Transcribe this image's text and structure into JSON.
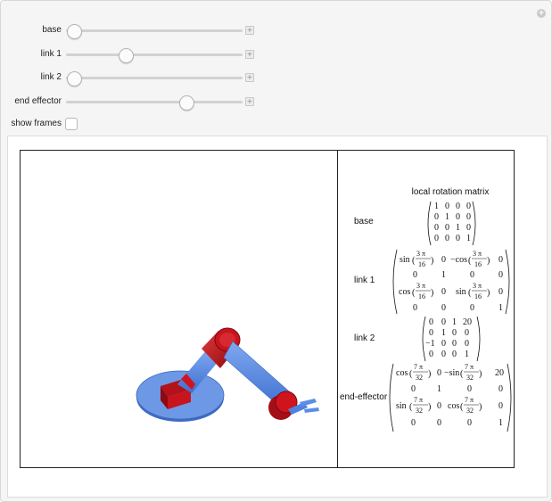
{
  "controls": {
    "sliders": [
      {
        "label": "base",
        "value": 0.0
      },
      {
        "label": "link 1",
        "value": 0.32
      },
      {
        "label": "link 2",
        "value": 0.0
      },
      {
        "label": "end effector",
        "value": 0.69
      }
    ],
    "show_frames": {
      "label": "show frames",
      "checked": false
    },
    "add_symbol": "+"
  },
  "colors": {
    "base_disk": "#6d98e6",
    "link_blue": "#5b8de8",
    "joint_red": "#c8141d",
    "panel_bg": "#f5f5f5"
  },
  "matrix_panel": {
    "title": "local rotation matrix",
    "rows": {
      "base": "base",
      "link1": "link 1",
      "link2": "link 2",
      "end": "end-effector"
    },
    "cells": {
      "one": "1",
      "zero": "0",
      "twenty": "20",
      "neg_one": "−1",
      "sin": "sin",
      "cos": "cos",
      "neg_sin": "−sin",
      "neg_cos": "−cos",
      "three_pi": "3 π",
      "sixteen": "16",
      "seven_pi": "7 π",
      "thirty_two": "32"
    }
  }
}
